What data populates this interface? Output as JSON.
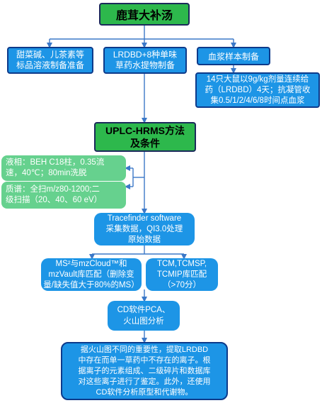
{
  "colors": {
    "green": "#2db84c",
    "light_green": "#66d18e",
    "blue": "#1d95e6",
    "border_navy": "#1b2a5a",
    "arrow": "#3b78c8"
  },
  "nodes": {
    "title": "鹿茸大补汤",
    "standard_prep": "甜菜碱、儿茶素等\n标品溶液制备准备",
    "herb_prep": "LRDBD+8种单味\n草药水提物制备",
    "plasma_prep": "血浆样本制备",
    "plasma_detail": "14只大鼠以9g/kg剂量连续给\n药（LRDBD）4天；抗凝管收\n集0.5/1/2/4/6/8时间点血浆",
    "method": "UPLC-HRMS方法\n及条件",
    "liquid_phase": "液相：BEH C18柱，0.35流\n速，40℃；80min洗脱",
    "mass_spec": "质谱：全扫m/z80-1200;二\n级扫描（20、40、60 eV）",
    "data_collection": "Tracefinder software\n采集数据，QI3.0处理\n原始数据",
    "ms_match": "MS²与mzCloud™和\nmzVault库匹配（删除变\n量/缺失值大于80%的MS）",
    "tcm_match": "TCM,TCMSP,\nTCMIP库匹配\n（>70分）",
    "analysis": "CD软件PCA、\n火山图分析",
    "conclusion": "据火山图不同的重要性，提取LRDBD\n中存在而单一草药中不存在的离子。根\n据离子的元素组成、二级碎片和数据库\n对这些离子进行了鉴定。此外，还使用\nCD软件分析原型和代谢物。"
  }
}
